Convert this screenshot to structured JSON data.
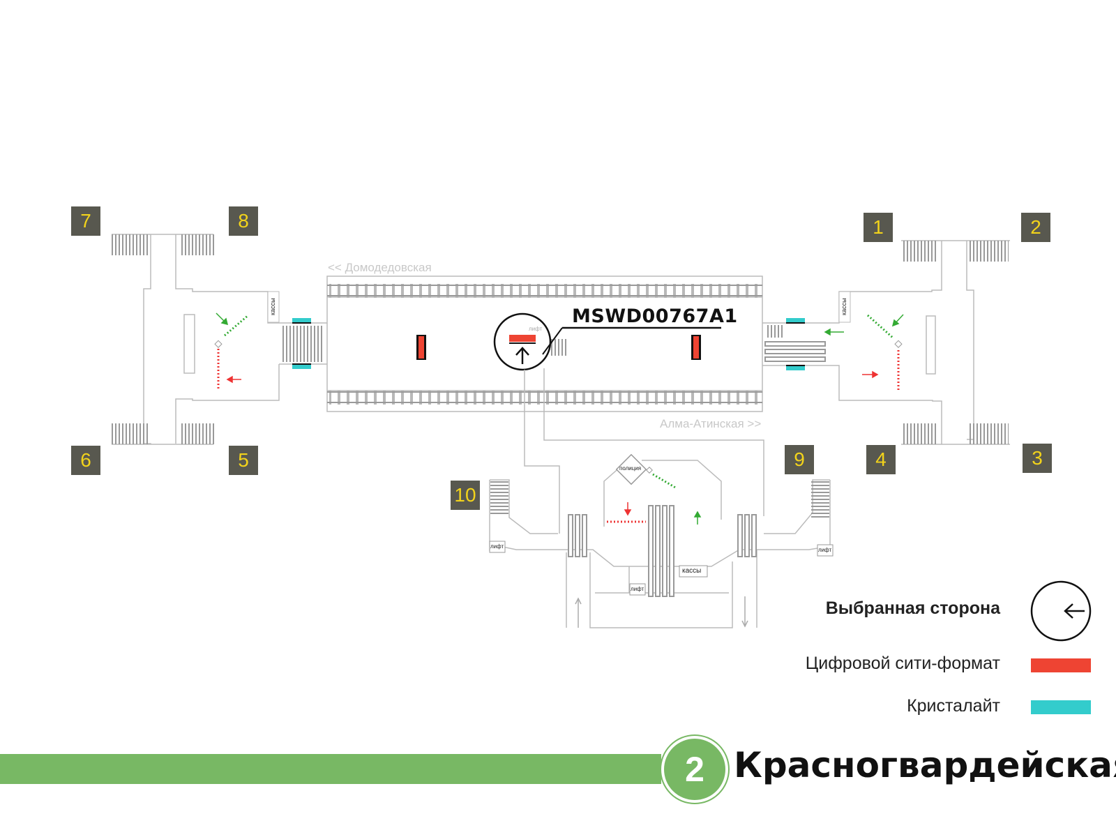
{
  "station": {
    "line_number": "2",
    "name": "Красногвардейская",
    "line_color": "#78b864"
  },
  "directions": {
    "top": "<< Домодедовская",
    "bottom": "Алма-Атинская >>"
  },
  "exits": [
    "1",
    "2",
    "3",
    "4",
    "5",
    "6",
    "7",
    "8",
    "9",
    "10"
  ],
  "labels": {
    "kassy": "кассы",
    "lift": "лифт",
    "police": "полиция"
  },
  "placement_code": "MSWD00767A1",
  "legend": {
    "selected_side": "Выбранная сторона",
    "digital_city_format": "Цифровой сити-формат",
    "crystalite": "Кристалайт"
  },
  "colors": {
    "digital_city_format": "#ee4433",
    "crystalite": "#33cccc",
    "exit_box": "#58584f",
    "exit_number": "#f2d31b",
    "entry_arrow": "#33aa33",
    "exit_arrow": "#ee3333"
  },
  "icons": {
    "selected_side": "arrow-left-icon",
    "placement_marker": "arrow-up-icon"
  }
}
